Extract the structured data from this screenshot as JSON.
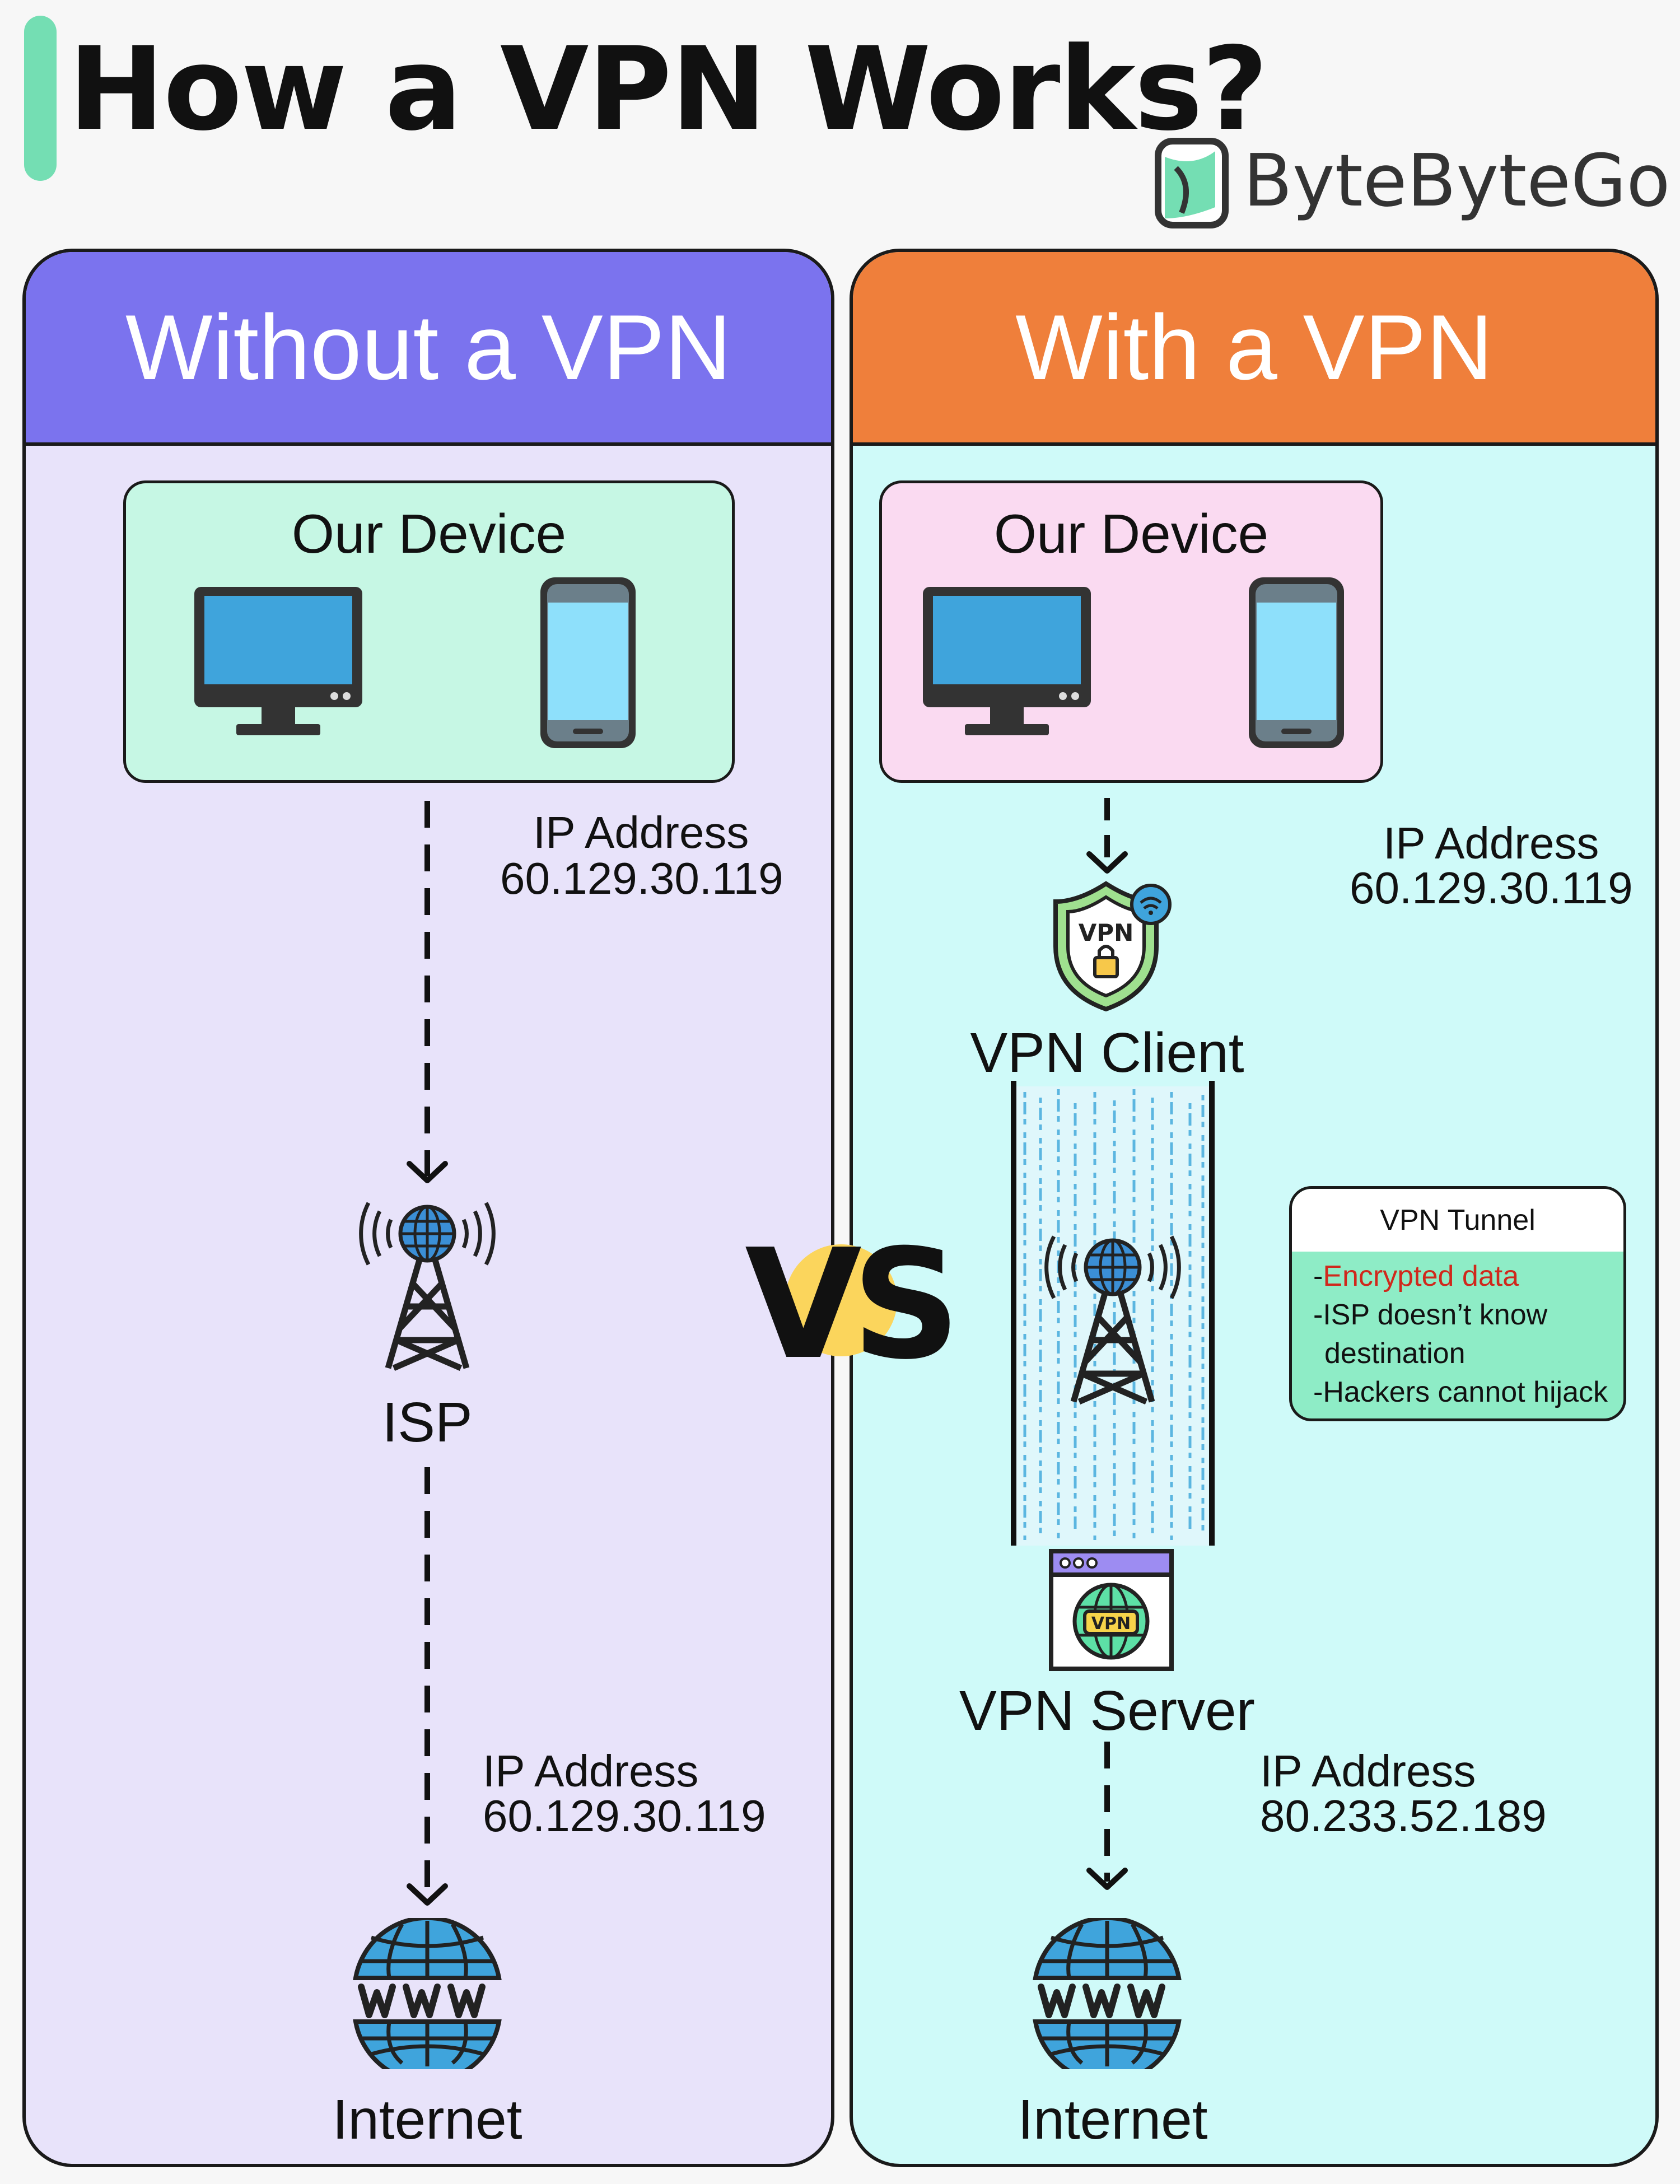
{
  "title": "How a VPN Works?",
  "brand": {
    "name": "ByteByteGo",
    "color": "#333333"
  },
  "colors": {
    "accent_bar": "#74deb3",
    "left_header": "#7b73ee",
    "right_header": "#ef7f3b",
    "left_panel_bg": "#e8e3fa",
    "right_panel_bg": "#cffaf9",
    "left_device_bg": "#c6f7e4",
    "right_device_bg": "#fadaf1",
    "tunnel_box_bg": "#8eecc6",
    "vs_circle": "#fbd55c",
    "highlight_red": "#d0281c"
  },
  "vs_label": "VS",
  "left": {
    "header": "Without a VPN",
    "device_label": "Our Device",
    "ip1_label": "IP Address",
    "ip1_value": "60.129.30.119",
    "isp_label": "ISP",
    "ip2_label": "IP Address",
    "ip2_value": "60.129.30.119",
    "internet_label": "Internet",
    "icons": [
      "monitor-icon",
      "phone-icon",
      "tower-icon",
      "globe-www-icon"
    ]
  },
  "right": {
    "header": "With a VPN",
    "device_label": "Our Device",
    "ip1_label": "IP Address",
    "ip1_value": "60.129.30.119",
    "vpn_client_label": "VPN Client",
    "vpn_shield_text": "VPN",
    "vpn_server_label": "VPN Server",
    "vpn_server_badge": "VPN",
    "ip2_label": "IP Address",
    "ip2_value": "80.233.52.189",
    "internet_label": "Internet",
    "tunnel_box": {
      "title": "VPN Tunnel",
      "items": [
        {
          "prefix": "-",
          "text": "Encrypted data"
        },
        {
          "prefix": "-",
          "text": "ISP doesn’t know"
        },
        {
          "prefix": " ",
          "text": "destination"
        },
        {
          "prefix": "-",
          "text": "Hackers cannot hijack"
        }
      ]
    },
    "icons": [
      "monitor-icon",
      "phone-icon",
      "vpn-shield-icon",
      "tower-icon",
      "vpn-server-icon",
      "globe-www-icon"
    ]
  }
}
